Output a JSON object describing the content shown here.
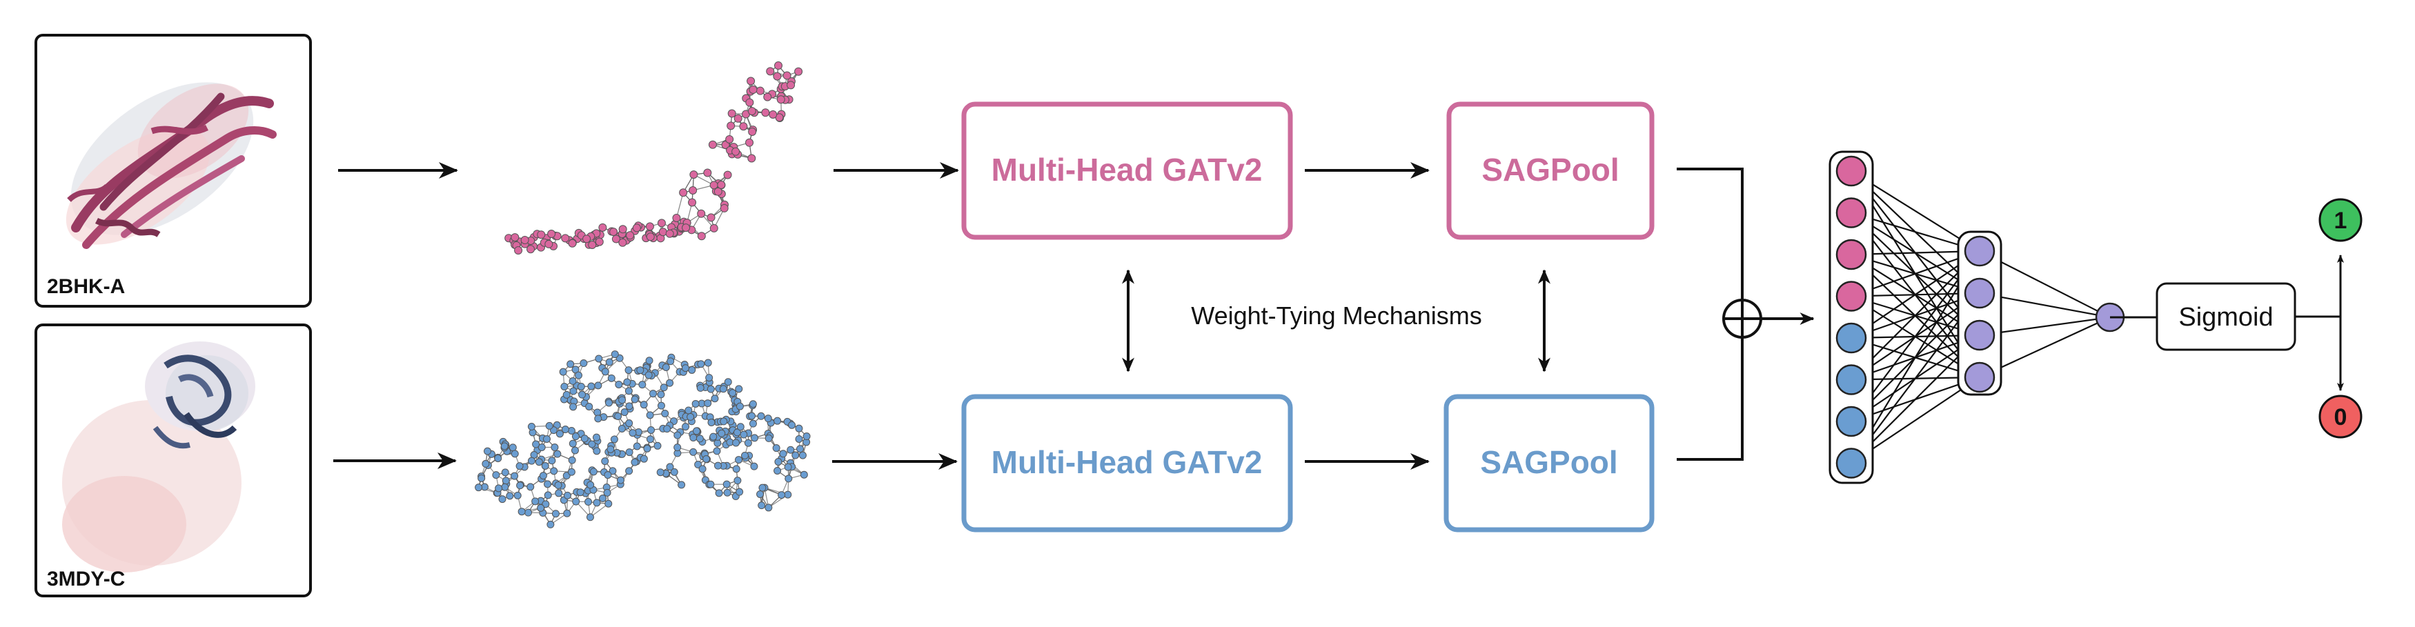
{
  "proteins": {
    "top": {
      "label": "2BHK-A"
    },
    "bottom": {
      "label": "3MDY-C"
    }
  },
  "modules": {
    "gat_top": "Multi-Head GATv2",
    "gat_bottom": "Multi-Head GATv2",
    "pool_top": "SAGPool",
    "pool_bottom": "SAGPool",
    "weight_tying": "Weight-Tying Mechanisms"
  },
  "classifier": {
    "activation": "Sigmoid",
    "output_positive": "1",
    "output_negative": "0"
  },
  "colors": {
    "pink": "#cc6b9b",
    "blue": "#6a9bcb",
    "pink_node": "#d9679e",
    "blue_node": "#6a9dd1",
    "purple_node": "#a39ad9",
    "green": "#3ec05e",
    "red": "#f06060",
    "ribbon": "#8e2652",
    "ribbon_blue": "#3a4a6e"
  },
  "icons": {
    "concat": "circle-plus-icon",
    "arrow": "arrow-icon",
    "double_arrow": "double-arrow-icon"
  }
}
